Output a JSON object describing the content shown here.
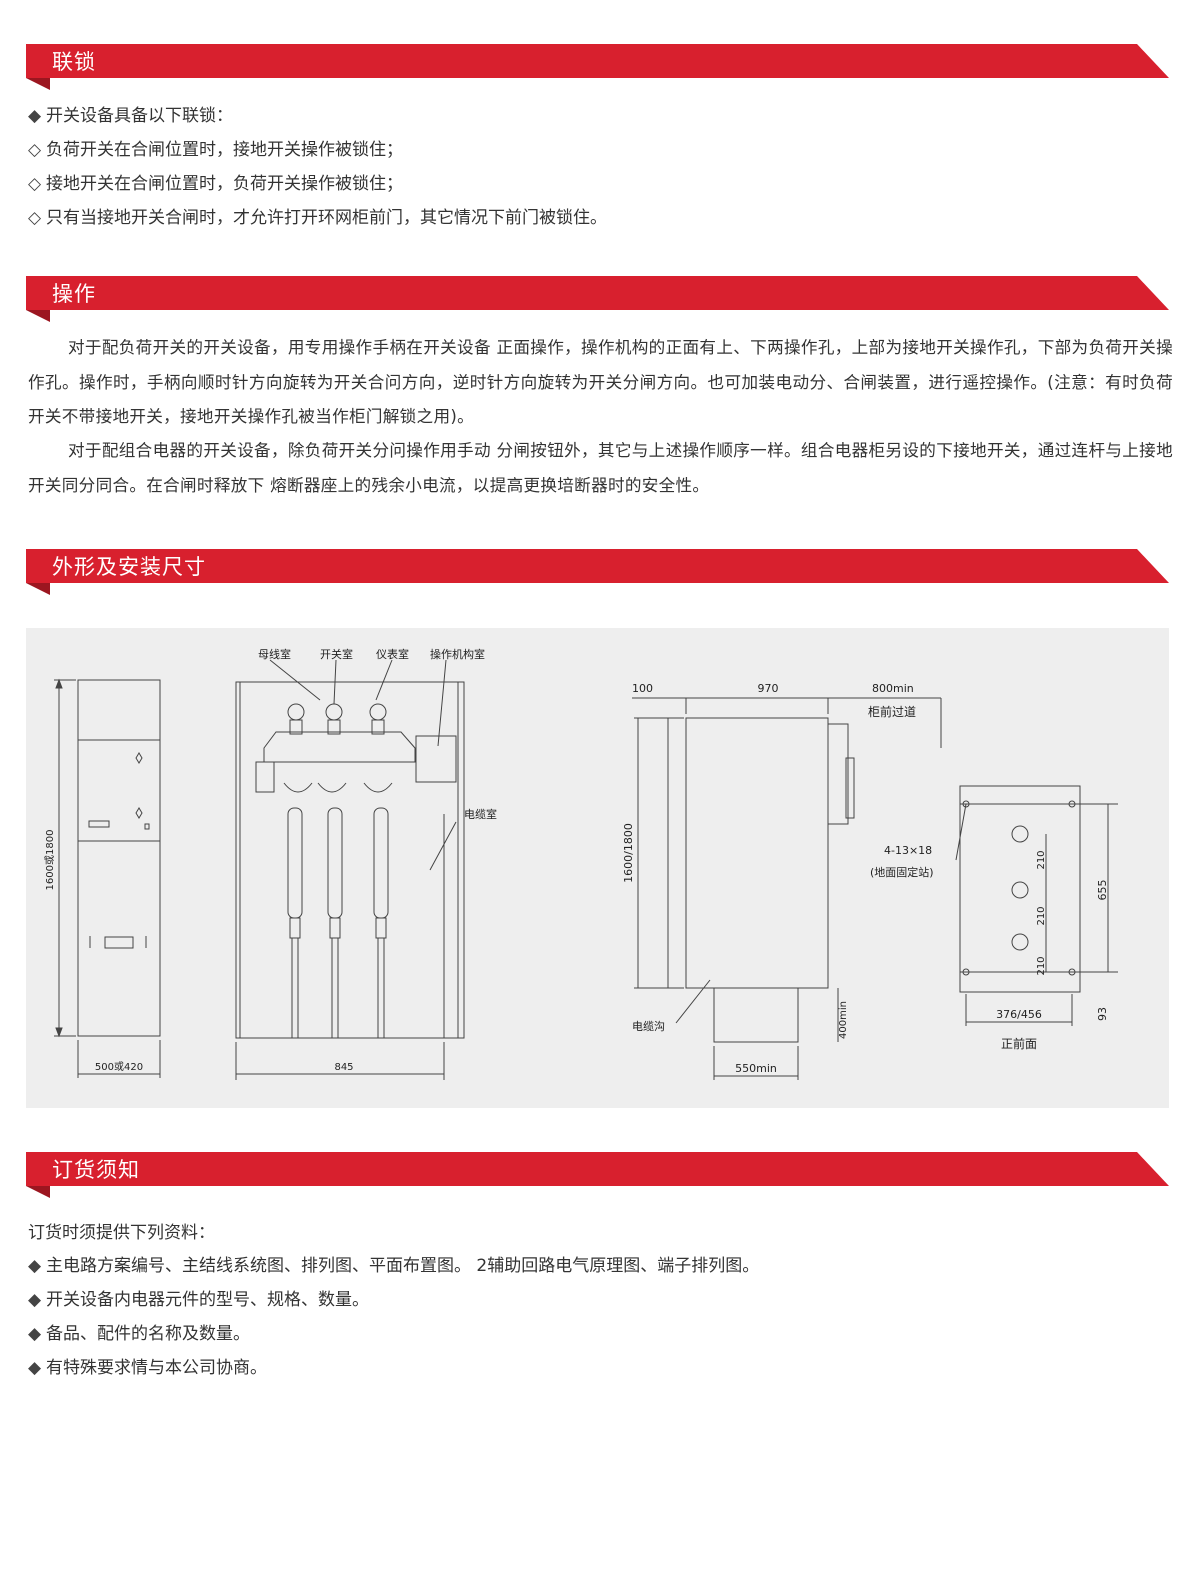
{
  "colors": {
    "banner_red": "#d8202e",
    "banner_dark": "#9c1620",
    "figure_bg": "#eeeeee"
  },
  "section_interlock": {
    "title": "联锁",
    "items": [
      {
        "marker": "◆",
        "text": "开关设备具备以下联锁："
      },
      {
        "marker": "◇",
        "text": "负荷开关在合闸位置时，接地开关操作被锁住；"
      },
      {
        "marker": "◇",
        "text": "接地开关在合闸位置时，负荷开关操作被锁住；"
      },
      {
        "marker": "◇",
        "text": "只有当接地开关合闸时，才允许打开环网柜前门，其它情况下前门被锁住。"
      }
    ]
  },
  "section_operation": {
    "title": "操作",
    "paragraphs": [
      "对于配负荷开关的开关设备，用专用操作手柄在开关设备 正面操作，操作机构的正面有上、下两操作孔，上部为接地开关操作孔，下部为负荷开关操作孔。操作时，手柄向顺时针方向旋转为开关合问方向，逆时针方向旋转为开关分闸方向。也可加装电动分、合闸装置，进行遥控操作。(注意：有时负荷 开关不带接地开关，接地开关操作孔被当作柜门解锁之用)。",
      "对于配组合电器的开关设备，除负荷开关分问操作用手动 分闸按钮外，其它与上述操作顺序一样。组合电器柜另设的下接地开关，通过连杆与上接地开关同分同合。在合闸时释放下 熔断器座上的残余小电流，以提高更换培断器时的安全性。"
    ]
  },
  "section_dimensions": {
    "title": "外形及安装尺寸",
    "front_view": {
      "height_label": "1600或1800",
      "width_label": "500或420"
    },
    "side_view": {
      "labels": [
        "母线室",
        "开关室",
        "仪表室",
        "操作机构室"
      ],
      "cable_room": "电缆室",
      "width_label": "845"
    },
    "install_view": {
      "top_labels": [
        "100",
        "970",
        "800min"
      ],
      "aisle": "柜前过道",
      "height_label": "1600/1800",
      "trench": "电缆沟",
      "trench_depth": "400min",
      "trench_width": "550min"
    },
    "plan_view": {
      "holes": "4-13×18",
      "holes_note": "(地面固定站)",
      "spacings": [
        "210",
        "210",
        "210"
      ],
      "depth": "655",
      "offset": "93",
      "width": "376/456",
      "face_label": "正前面"
    }
  },
  "section_order": {
    "title": "订货须知",
    "intro": "订货时须提供下列资料：",
    "items": [
      {
        "marker": "◆",
        "text": "主电路方案编号、主结线系统图、排列图、平面布置图。 2辅助回路电气原理图、端子排列图。"
      },
      {
        "marker": "◆",
        "text": "开关设备内电器元件的型号、规格、数量。"
      },
      {
        "marker": "◆",
        "text": "备品、配件的名称及数量。"
      },
      {
        "marker": "◆",
        "text": "有特殊要求情与本公司协商。"
      }
    ]
  }
}
